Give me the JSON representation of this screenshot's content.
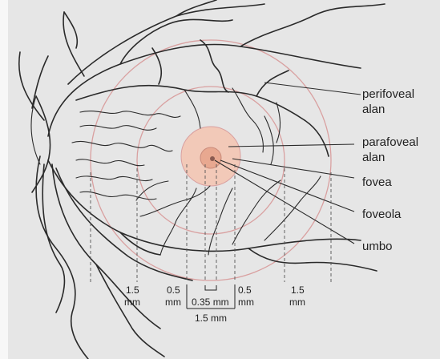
{
  "labels": {
    "perifoveal_1": "perifoveal",
    "perifoveal_2": "alan",
    "parafoveal_1": "parafoveal",
    "parafoveal_2": "alan",
    "fovea": "fovea",
    "foveola": "foveola",
    "umbo": "umbo"
  },
  "dimensions": {
    "left_outer_value": "1.5",
    "left_outer_unit": "mm",
    "left_inner_value": "0.5",
    "left_inner_unit": "mm",
    "center": "0.35 mm",
    "right_inner_value": "0.5",
    "right_inner_unit": "mm",
    "right_outer_value": "1.5",
    "right_outer_unit": "mm",
    "bottom": "1.5 mm"
  },
  "colors": {
    "background": "#e6e6e6",
    "ring": "#d9a0a0",
    "fovea_fill": "#f2c9b8",
    "foveola_fill": "#e8a890"
  }
}
